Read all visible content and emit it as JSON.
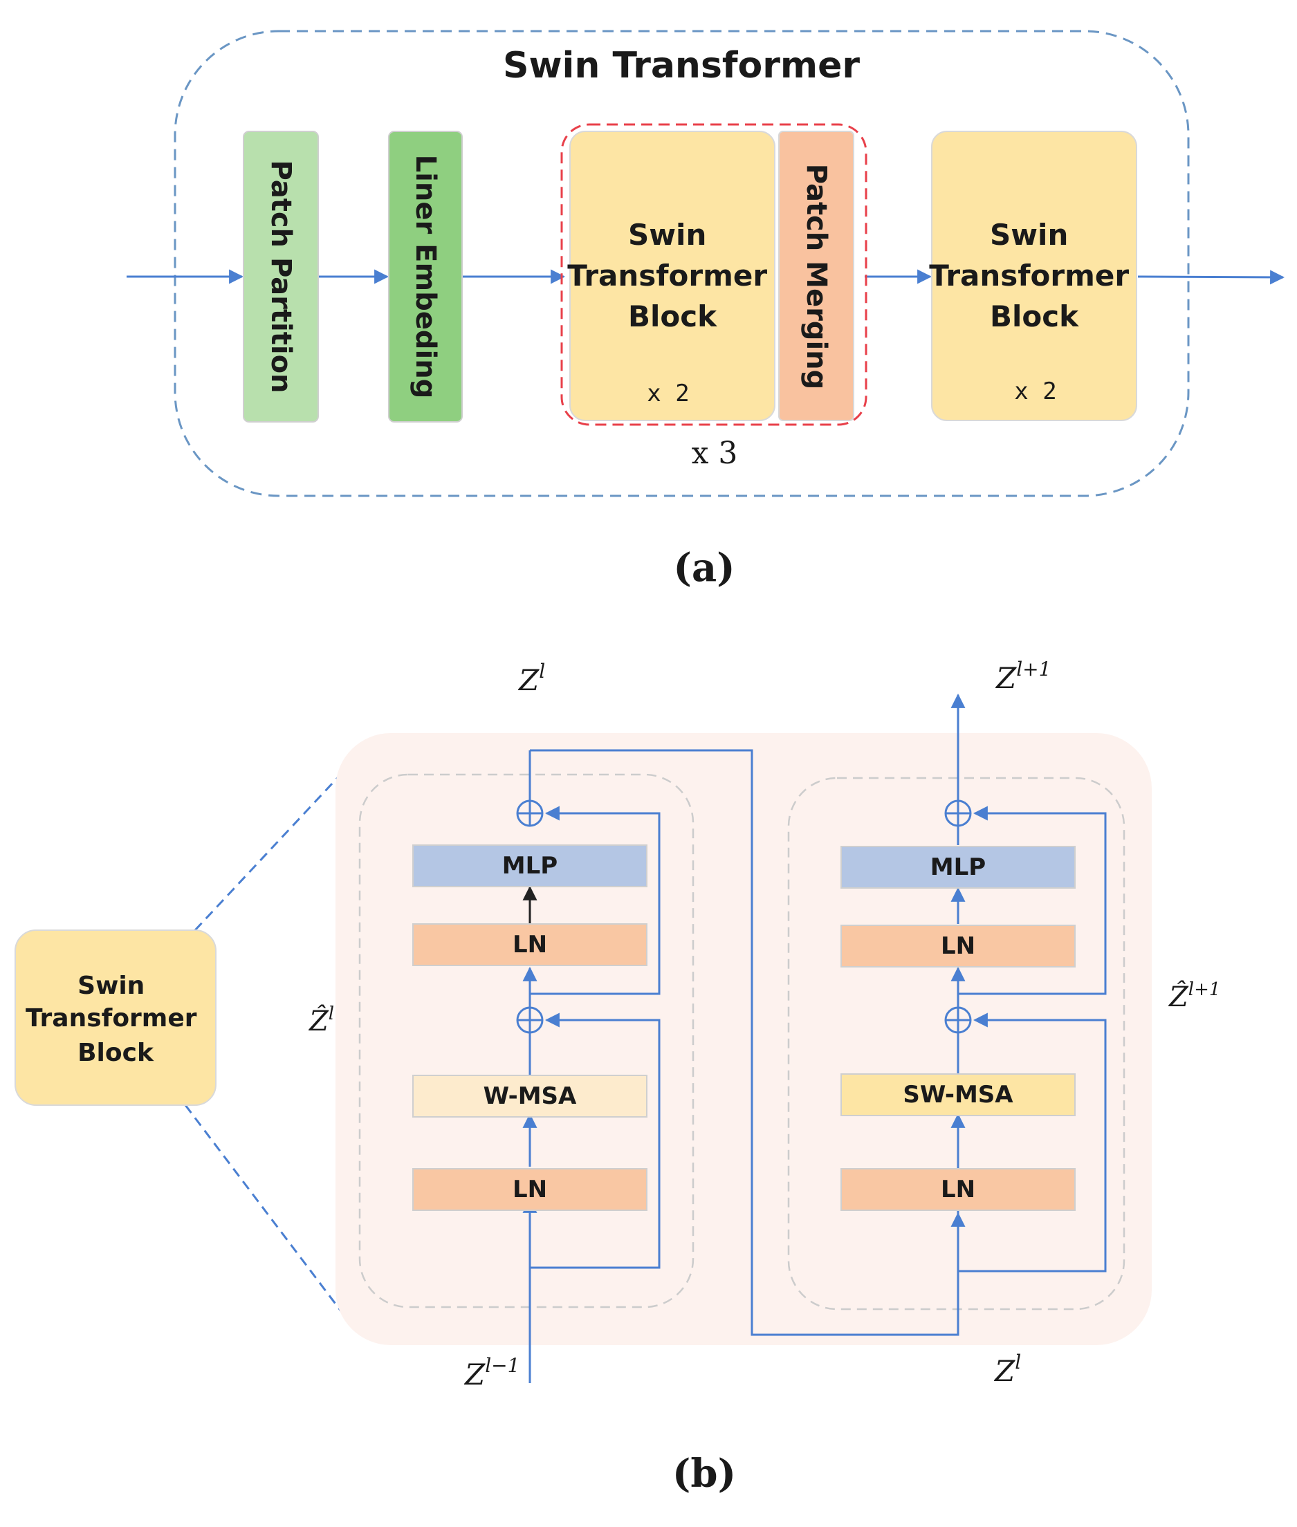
{
  "panel_a": {
    "title": "Swin Transformer",
    "patch_partition": "Patch Partition",
    "liner_embeding": "Liner Embeding",
    "swin_block_1": [
      "Swin",
      "Transformer",
      "Block"
    ],
    "swin_block_1_repeat": "x 2",
    "patch_merging": "Patch Merging",
    "stage_repeat": "x 3",
    "swin_block_2": [
      "Swin",
      "Transformer",
      "Block"
    ],
    "swin_block_2_repeat": "x 2",
    "caption": "(a)"
  },
  "panel_b": {
    "swin_block": [
      "Swin",
      "Transformer",
      "Block"
    ],
    "left": {
      "mlp": "MLP",
      "ln_top": "LN",
      "msa": "W-MSA",
      "ln_bottom": "LN"
    },
    "right": {
      "mlp": "MLP",
      "ln_top": "LN",
      "msa": "SW-MSA",
      "ln_bottom": "LN"
    },
    "z_l_top": {
      "base": "Z",
      "sup": "l"
    },
    "z_l1_top": {
      "base": "Z",
      "sup": "l+1"
    },
    "z_hat_l": {
      "base": "Ẑ",
      "sup": "l"
    },
    "z_hat_l1": {
      "base": "Ẑ",
      "sup": "l+1"
    },
    "z_lm1_bottom": {
      "base": "Z",
      "sup": "l−1"
    },
    "z_l_bottom": {
      "base": "Z",
      "sup": "l"
    },
    "caption": "(b)"
  },
  "colors": {
    "arrow_blue": "#4a7fd1",
    "dash_blue": "#6a96c4",
    "red_dash": "#e8404a",
    "green_light": "#b8e0ad",
    "green": "#8fcf80",
    "yellow": "#fde5a4",
    "salmon": "#f9c29f",
    "mlp_blue": "#b4c6e4",
    "ln_orange": "#f9c7a3",
    "wmsa_cream": "#fdebcd",
    "panel_pink": "#fdf2ee"
  }
}
